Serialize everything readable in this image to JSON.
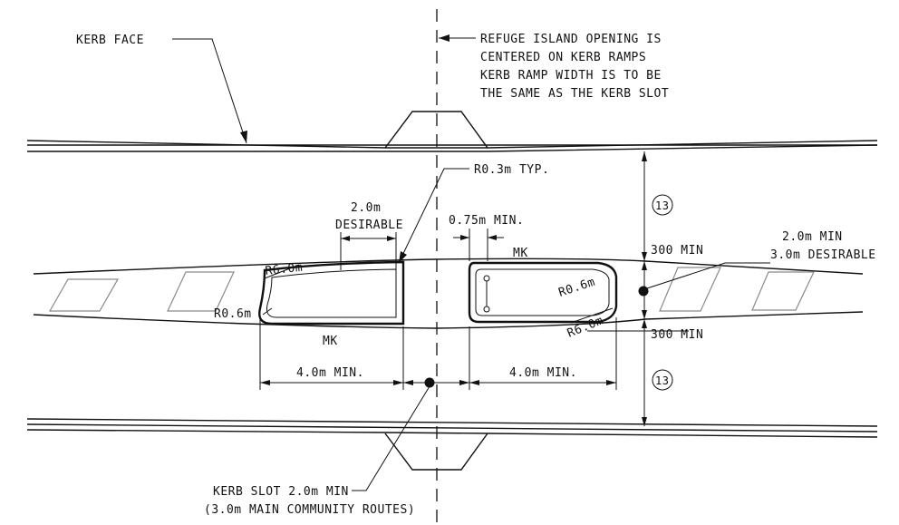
{
  "notes": {
    "kerb_face": "KERB FACE",
    "refuge_line1": "REFUGE ISLAND OPENING IS",
    "refuge_line2": "CENTERED ON KERB RAMPS",
    "refuge_line3": "KERB RAMP WIDTH IS TO BE",
    "refuge_line4": "THE SAME AS THE KERB SLOT",
    "radius_typ": "R0.3m TYP.",
    "kerb_slot_line1": "KERB SLOT 2.0m MIN",
    "kerb_slot_line2": "(3.0m MAIN COMMUNITY ROUTES)",
    "median_line1": "2.0m MIN",
    "median_line2": "3.0m DESIRABLE"
  },
  "dimensions": {
    "desirable_value": "2.0m",
    "desirable_label": "DESIRABLE",
    "min_075": "0.75m MIN.",
    "left_4m": "4.0m MIN.",
    "right_4m": "4.0m MIN.",
    "offset_top": "300 MIN",
    "offset_bottom": "300 MIN",
    "callout_top": "13",
    "callout_bottom": "13"
  },
  "labels": {
    "mk_top": "MK",
    "mk_bottom": "MK",
    "r6_left": "R6.0m",
    "r06_left": "R0.6m",
    "r06_right": "R0.6m",
    "r6_right": "R6.0m"
  }
}
